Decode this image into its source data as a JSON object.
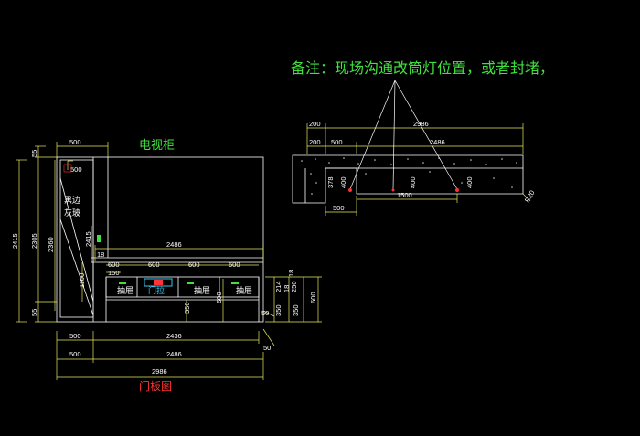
{
  "note": "备注：现场沟通改筒灯位置，或者封堵，",
  "colors": {
    "background": "#000000",
    "line": "#ffffff",
    "dim_line": "#e8e85a",
    "title": "#41e041",
    "subtitle": "#ff3333",
    "drawer_text": "#39c6f0",
    "dots": "#d0d0d0"
  },
  "tv_cabinet": {
    "title": "电视柜",
    "side_label": [
      "黑边",
      "灰玻"
    ],
    "drawer_label": "抽屉",
    "center_label": "门拉",
    "dims": {
      "top_500": "500",
      "in_500": "500",
      "d18": "18",
      "d2486": "2486",
      "d150": "150",
      "d600": "600",
      "d600b": "600",
      "d600c": "600",
      "d1100": "1100",
      "d2360": "2360",
      "d2415": "2415",
      "d2415b": "2415",
      "d2305": "2305",
      "d55": "55",
      "d55b": "55",
      "d350": "350",
      "d600v": "600",
      "d214": "214",
      "d18v": "18",
      "d18v2": "18",
      "d250": "250",
      "d350r": "350",
      "d600r": "600",
      "d50": "50",
      "d50b": "50",
      "b500a": "500",
      "b2436": "2436",
      "b500b": "500",
      "b2486": "2486",
      "b2986": "2986"
    },
    "subtitle": "门板图"
  },
  "section": {
    "dims": {
      "t200": "200",
      "t2986": "2986",
      "t200b": "200",
      "t500": "500",
      "t2486": "2486",
      "v378": "378",
      "v400": "400",
      "v400b": "400",
      "v400c": "400",
      "b500": "500",
      "b1500": "1500",
      "r20": "R20"
    }
  }
}
